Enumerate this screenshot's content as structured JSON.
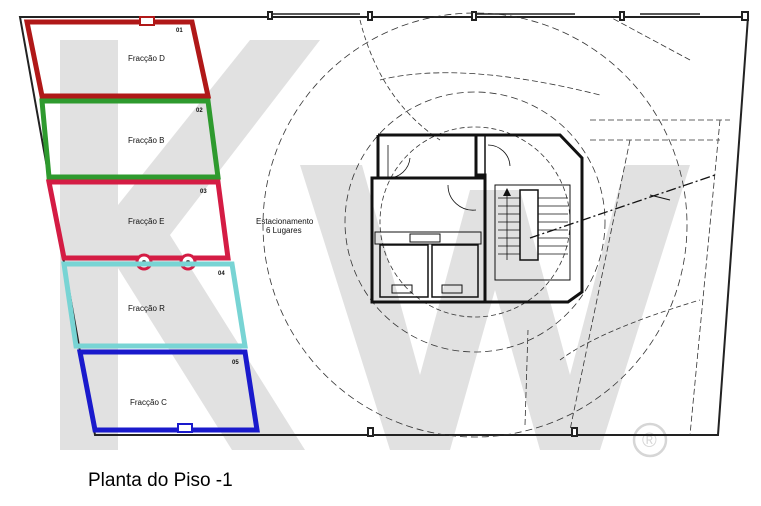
{
  "title": "Planta do Piso -1",
  "parking": {
    "line1": "Estacionamento",
    "line2": "6 Lugares"
  },
  "units": [
    {
      "number": "01",
      "name": "Fracção D",
      "color": "#b01818"
    },
    {
      "number": "02",
      "name": "Fracção B",
      "color": "#2e9a2e"
    },
    {
      "number": "03",
      "name": "Fracção E",
      "color": "#d41c44"
    },
    {
      "number": "04",
      "name": "Fracção R",
      "color": "#78d4d4"
    },
    {
      "number": "05",
      "name": "Fracção C",
      "color": "#1a1acc"
    }
  ],
  "watermark": {
    "letters": "KW",
    "mark": "®",
    "color": "#d9d9d9"
  }
}
